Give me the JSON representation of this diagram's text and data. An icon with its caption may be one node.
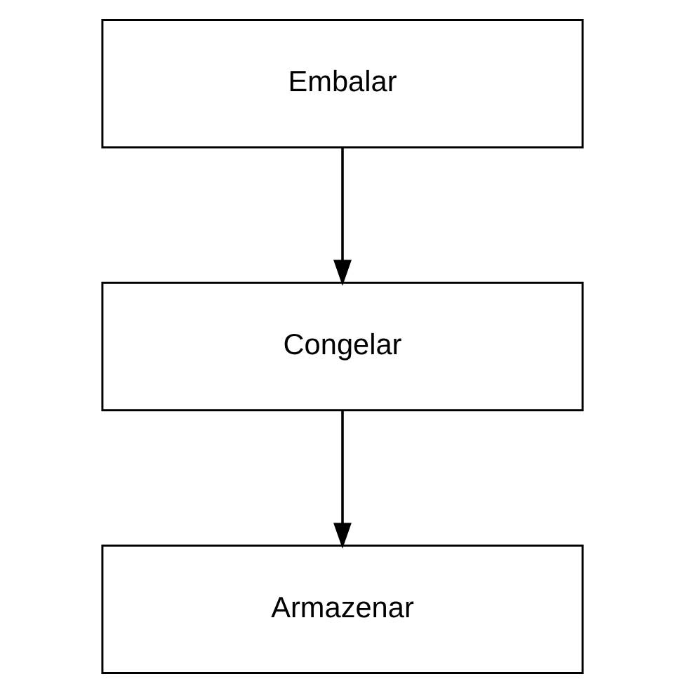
{
  "diagram": {
    "nodes": [
      {
        "text": [
          "Embalar"
        ]
      },
      {
        "text": [
          "Congelar"
        ]
      },
      {
        "text": [
          "Armazenar"
        ]
      }
    ],
    "edges": [
      {
        "from": 0,
        "to": 1,
        "arrow": "to"
      },
      {
        "from": 1,
        "to": 2,
        "arrow": "to"
      }
    ]
  }
}
